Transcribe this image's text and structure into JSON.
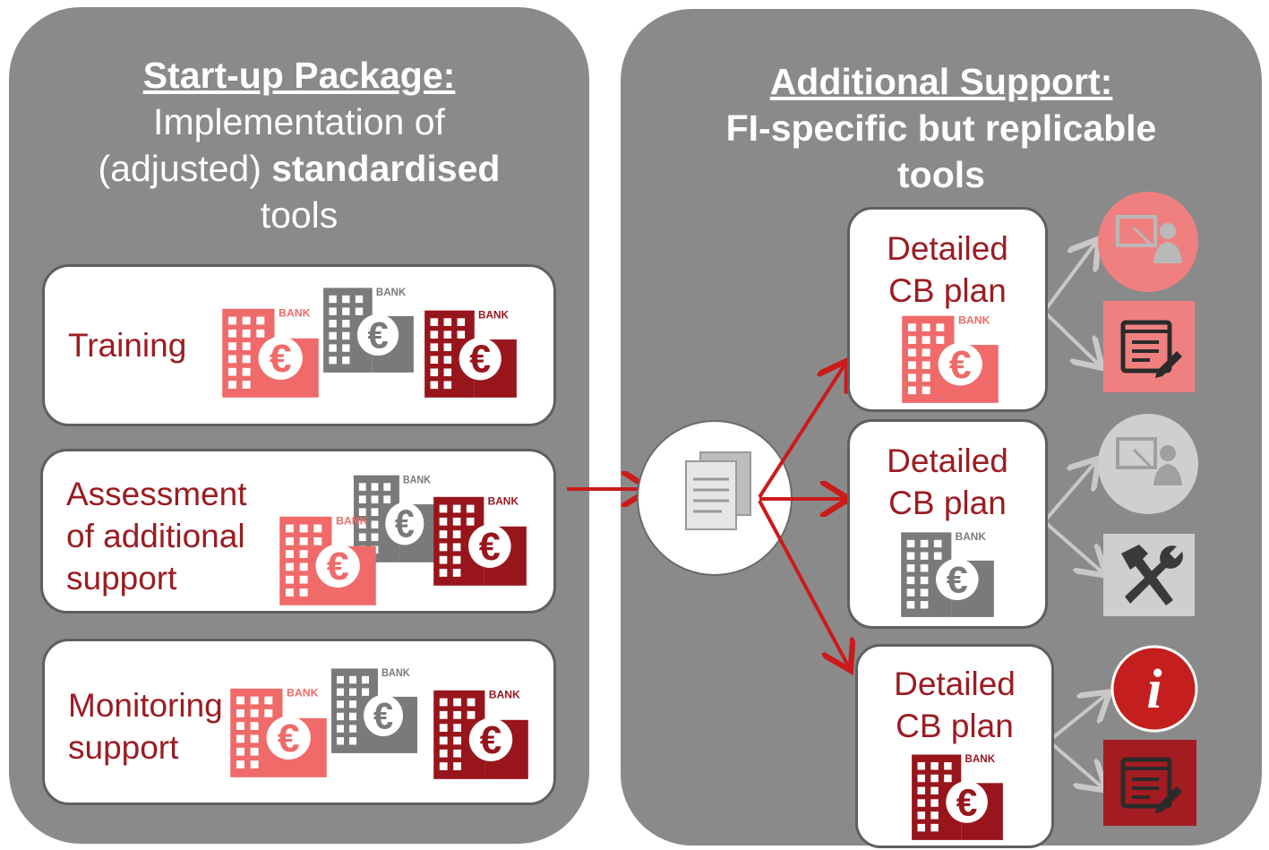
{
  "left_panel": {
    "heading_underlined": "Start-up Package:",
    "heading_line1": "Implementation of",
    "heading_line2_plain": "(adjusted) ",
    "heading_line2_bold": "standardised",
    "heading_line3": "tools",
    "boxes": [
      {
        "lines": [
          "Training"
        ]
      },
      {
        "lines": [
          "Assessment",
          "of additional",
          "support"
        ]
      },
      {
        "lines": [
          "Monitoring",
          "support"
        ]
      }
    ]
  },
  "right_panel": {
    "heading_underlined": "Additional Support:",
    "heading_line1": "FI-specific but replicable",
    "heading_line2": "tools",
    "plans": [
      {
        "line1": "Detailed",
        "line2": "CB plan"
      },
      {
        "line1": "Detailed",
        "line2": "CB plan"
      },
      {
        "line1": "Detailed",
        "line2": "CB plan"
      }
    ]
  },
  "bank_sign": "BANK",
  "euro_sign": "€",
  "info_letter": "i",
  "colors": {
    "panel": "#8a8a8a",
    "red_text": "#9b1c22",
    "bank_pink": "#f06a6a",
    "bank_gray": "#7a7a7a",
    "bank_dark": "#98151c",
    "arrow": "#cc1a1a",
    "icon_pink": "#f08080",
    "icon_dark": "#a31c22",
    "icon_gray": "#cfcfcf"
  }
}
